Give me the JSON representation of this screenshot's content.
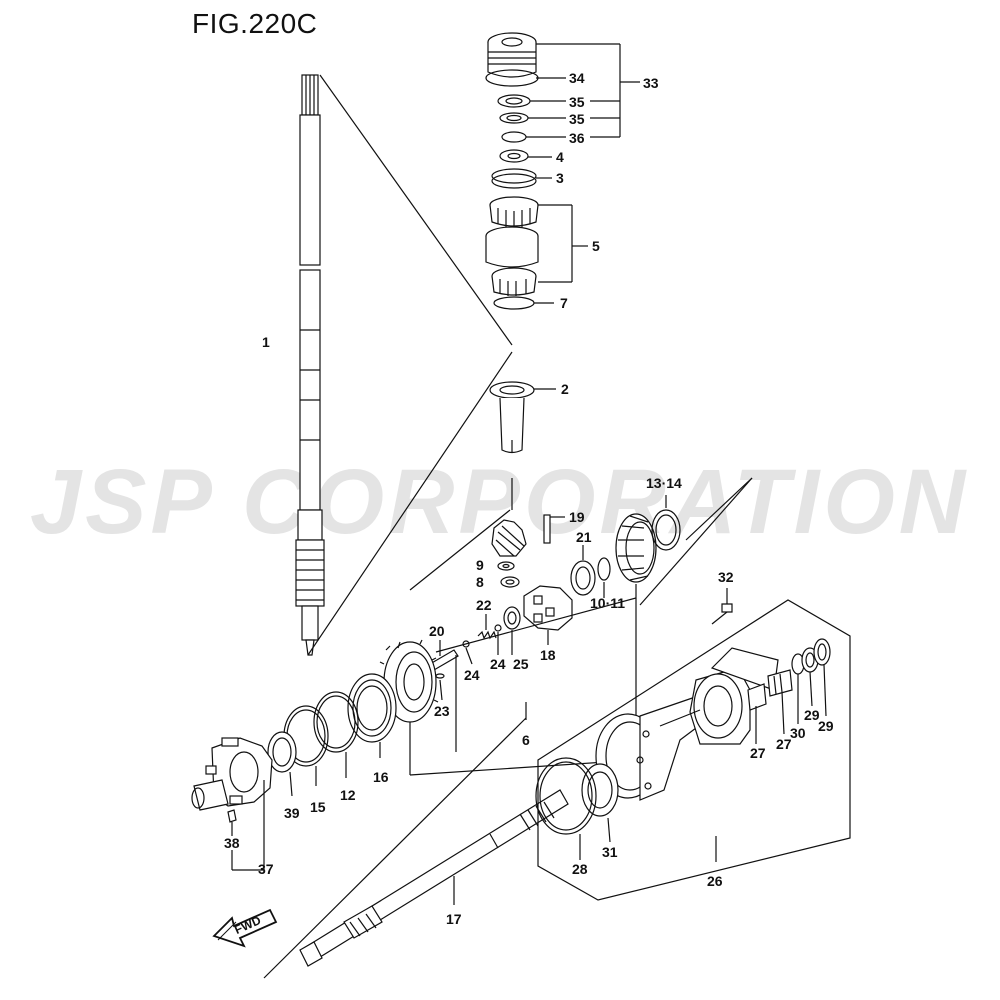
{
  "figure": {
    "title": "FIG.220C",
    "watermark": "JSP CORPORATION",
    "direction_badge": "FWD"
  },
  "callouts": {
    "c1": "1",
    "c2": "2",
    "c3": "3",
    "c4": "4",
    "c5": "5",
    "c6": "6",
    "c7": "7",
    "c8": "8",
    "c9": "9",
    "c10_11": "10·11",
    "c12": "12",
    "c13_14": "13·14",
    "c15": "15",
    "c16": "16",
    "c17": "17",
    "c18": "18",
    "c19": "19",
    "c20": "20",
    "c21": "21",
    "c22": "22",
    "c23": "23",
    "c24a": "24",
    "c24b": "24",
    "c25": "25",
    "c26": "26",
    "c27a": "27",
    "c27b": "27",
    "c28": "28",
    "c29a": "29",
    "c29b": "29",
    "c30": "30",
    "c31": "31",
    "c32": "32",
    "c33": "33",
    "c34": "34",
    "c35a": "35",
    "c35b": "35",
    "c36": "36",
    "c37": "37",
    "c38": "38",
    "c39": "39"
  },
  "colors": {
    "ink": "#111111",
    "watermark": "#e4e4e4",
    "paper": "#ffffff"
  }
}
